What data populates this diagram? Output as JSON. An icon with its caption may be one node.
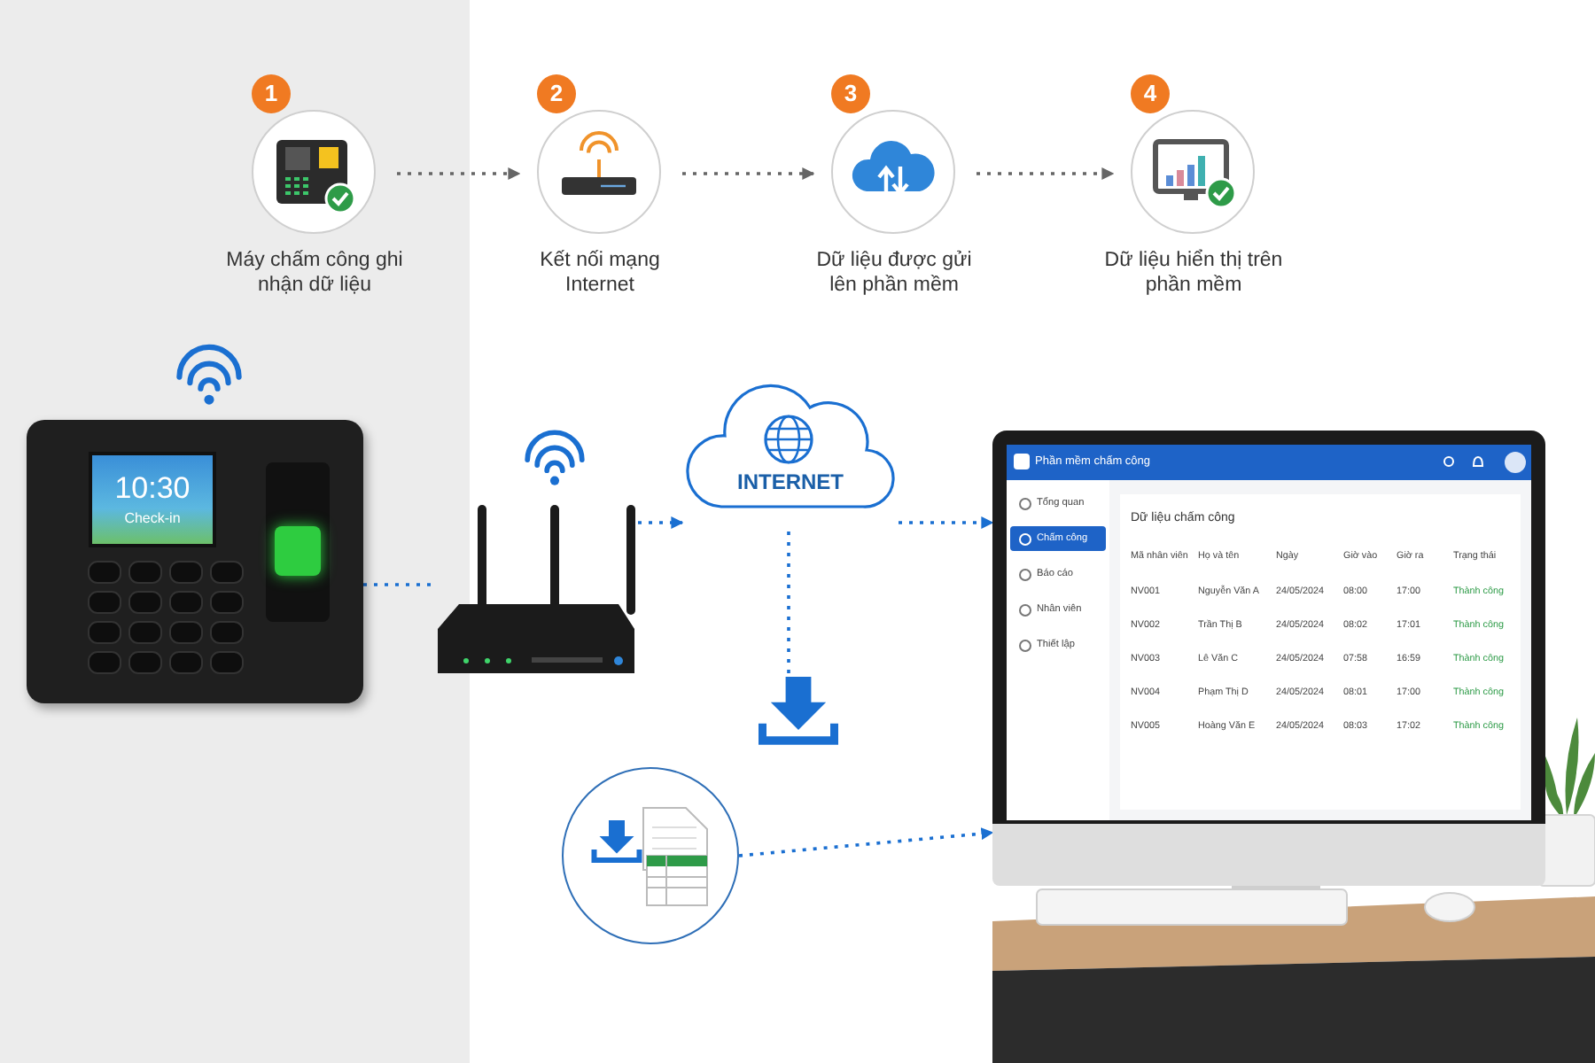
{
  "diagram": {
    "nodes": [
      {
        "text": [
          "1",
          "Máy chấm công ghi nhận dữ liệu"
        ]
      },
      {
        "text": [
          "2",
          "Kết nối mạng Internet"
        ]
      },
      {
        "text": [
          "3",
          "Dữ liệu được gửi lên phần mềm"
        ]
      },
      {
        "text": [
          "4",
          "Dữ liệu hiển thị trên phần mềm"
        ]
      },
      {
        "text": [
          "10:30",
          "Check-in"
        ]
      },
      {
        "text": [],
        "shape": "picture"
      },
      {
        "text": [
          "INTERNET"
        ]
      },
      {
        "text": [],
        "shape": "picture"
      },
      {
        "text": [],
        "shape": "circle"
      },
      {
        "text": [
          "Phần mềm chấm công",
          "Tổng quan",
          "Chấm công",
          "Báo cáo",
          "Nhân viên",
          "Thiết lập",
          "Dữ liệu chấm công"
        ]
      }
    ],
    "edges": [
      {
        "from": 0,
        "to": 1,
        "arrow": "to",
        "color": "#666666"
      },
      {
        "from": 1,
        "to": 2,
        "arrow": "to",
        "color": "#666666"
      },
      {
        "from": 2,
        "to": 3,
        "arrow": "to",
        "color": "#666666"
      },
      {
        "from": 4,
        "to": 5,
        "arrow": "none"
      },
      {
        "from": 5,
        "to": 6,
        "arrow": "to"
      },
      {
        "from": 6,
        "to": 9,
        "arrow": "to"
      },
      {
        "from": 6,
        "to": 7,
        "arrow": "none"
      },
      {
        "from": 8,
        "to": 9,
        "arrow": "to"
      }
    ],
    "labels": [
      "Mã nhân viên",
      "Họ và tên",
      "Ngày",
      "Giờ vào",
      "Giờ ra",
      "Trạng thái",
      "NV001",
      "Nguyễn Văn A",
      "24/05/2024",
      "08:00",
      "17:00",
      "Thành công",
      "NV002",
      "Trần Thị B",
      "24/05/2024",
      "08:02",
      "17:01",
      "Thành công",
      "NV003",
      "Lê Văn C",
      "24/05/2024",
      "07:58",
      "16:59",
      "Thành công",
      "NV004",
      "Phạm Thị D",
      "24/05/2024",
      "08:01",
      "17:00",
      "Thành công",
      "NV005",
      "Hoàng Văn E",
      "24/05/2024",
      "08:03",
      "17:02",
      "Thành công"
    ]
  }
}
